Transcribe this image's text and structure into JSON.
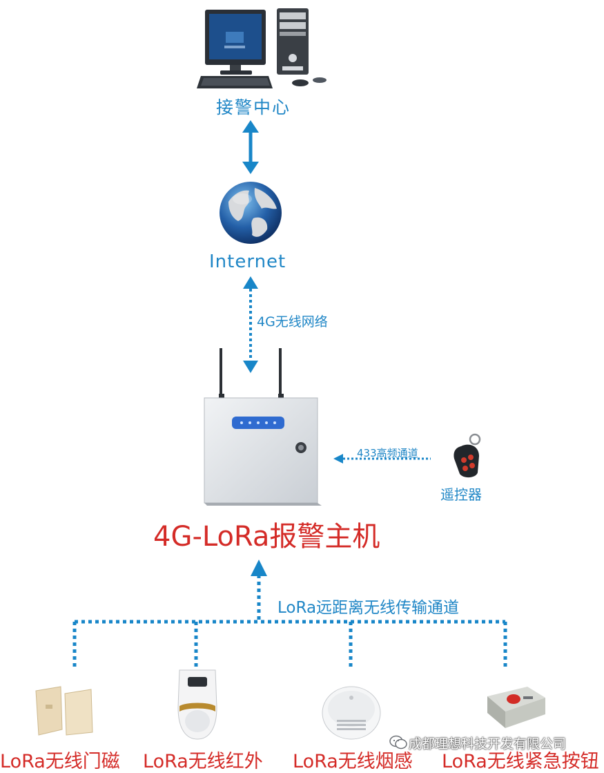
{
  "nodes": {
    "alarm_center": {
      "label": "接警中心",
      "icon": "desktop-computer-icon"
    },
    "internet": {
      "label": "Internet",
      "icon": "globe-icon"
    },
    "host": {
      "label": "4G-LoRa报警主机",
      "icon": "alarm-host-box-icon"
    },
    "remote": {
      "label": "遥控器",
      "icon": "remote-key-fob-icon"
    }
  },
  "links": {
    "net_4g": {
      "label": "4G无线网络"
    },
    "rf_433": {
      "label": "433高频通道"
    },
    "lora": {
      "label": "LoRa远距离无线传输通道"
    }
  },
  "sensors": [
    {
      "label": "LoRa无线门磁",
      "icon": "door-magnet-sensor-icon"
    },
    {
      "label": "LoRa无线红外",
      "icon": "infrared-motion-detector-icon"
    },
    {
      "label": "LoRa无线烟感",
      "icon": "smoke-detector-icon"
    },
    {
      "label": "LoRa无线紧急按钮",
      "icon": "emergency-button-icon"
    }
  ],
  "watermark": {
    "text": "成都理想科技开发有限公司",
    "icon": "wechat-icon"
  },
  "colors": {
    "blue": "#1f86c6",
    "red": "#d42b27",
    "arrow": "#1886c8"
  }
}
